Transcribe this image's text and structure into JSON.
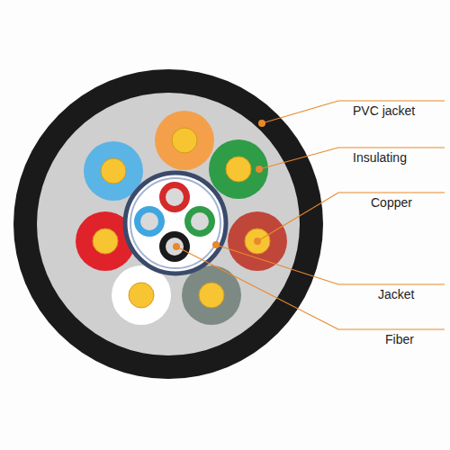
{
  "diagram": {
    "labels": [
      "PVC jacket",
      "Insulating",
      "Copper",
      "Jacket",
      "Fiber"
    ]
  }
}
